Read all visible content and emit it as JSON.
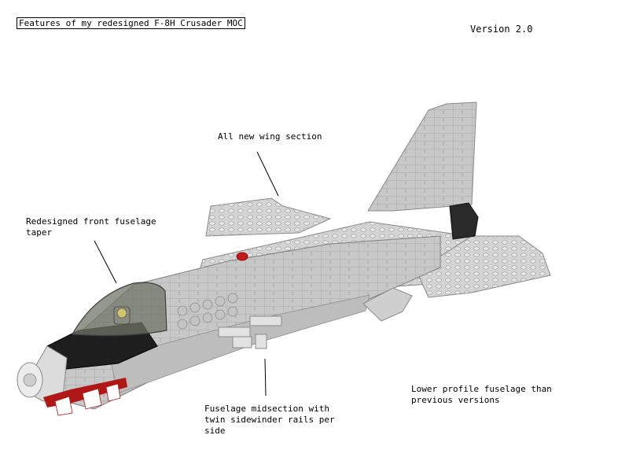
{
  "title": "Features of my redesigned F-8H Crusader MOC",
  "version": "Version 2.0",
  "annotations": {
    "wing": "All new wing section",
    "front": "Redesigned front fuselage\ntaper",
    "midsection": "Fuselage midsection with\ntwin sidewinder rails per\nside",
    "lower": "Lower profile fuselage than\nprevious versions"
  },
  "colors": {
    "background": "#ffffff",
    "brick_light": "#d0d0d0",
    "brick_mid": "#b8b8b8",
    "brick_dark": "#8a8a8a",
    "black_bricks": "#1e1e1e",
    "red_trim": "#b01818",
    "canopy": "#6e7566"
  }
}
